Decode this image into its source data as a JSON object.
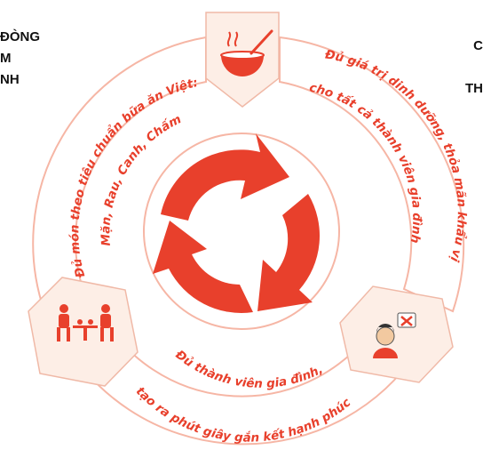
{
  "left_fragment": [
    "ĐÒNG",
    "M",
    "NH"
  ],
  "right_fragment": [
    "C",
    "TH"
  ],
  "segments": {
    "top_left": {
      "line1": "Đủ món theo tiêu chuẩn bữa ăn Việt:",
      "line2": "Mặn, Rau, Canh, Chấm"
    },
    "right": {
      "line1": "Đủ giá trị dinh dưỡng, thỏa mãn khẩu vị",
      "line2": "cho tất cả thành viên gia đình"
    },
    "bottom": {
      "line1": "Đủ thành viên gia đình,",
      "line2": "tạo ra phút giây gắn kết hạnh phúc"
    }
  },
  "icons": {
    "top": "hot-soup-bowl-icon",
    "left": "family-dining-table-icon",
    "right": "person-with-crossed-speech-icon"
  },
  "colors": {
    "accent": "#e8402c",
    "ring_fill": "#ffffff",
    "ring_stroke": "#f6b6a5",
    "badge_fill": "#fdeee6"
  }
}
